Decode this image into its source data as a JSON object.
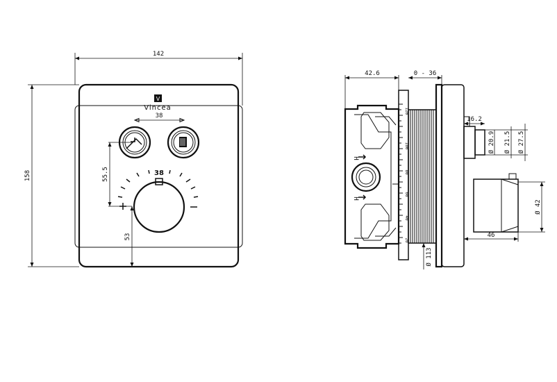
{
  "front_view": {
    "brand": "Vincea",
    "logo_letter": "V",
    "temperature_mark": "38",
    "dims": {
      "width": "142",
      "height": "158",
      "button_spacing": "38",
      "button_to_dial": "55.5",
      "dial_height": "53"
    }
  },
  "side_view": {
    "dims": {
      "depth": "42.6",
      "adjust_range": "0 - 36",
      "d_16_2": "16.2",
      "d_20_9": "Ø 20.9",
      "d_21_5": "Ø 21.5",
      "d_27_5": "Ø 27.5",
      "d_42": "Ø 42",
      "d_46": "46",
      "d_113": "Ø 113"
    },
    "scale_labels": [
      "120",
      "100",
      "80",
      "60",
      "40",
      "20"
    ],
    "flow_marks": [
      "H",
      "H"
    ]
  },
  "colors": {
    "line": "#111111",
    "background": "#ffffff"
  }
}
